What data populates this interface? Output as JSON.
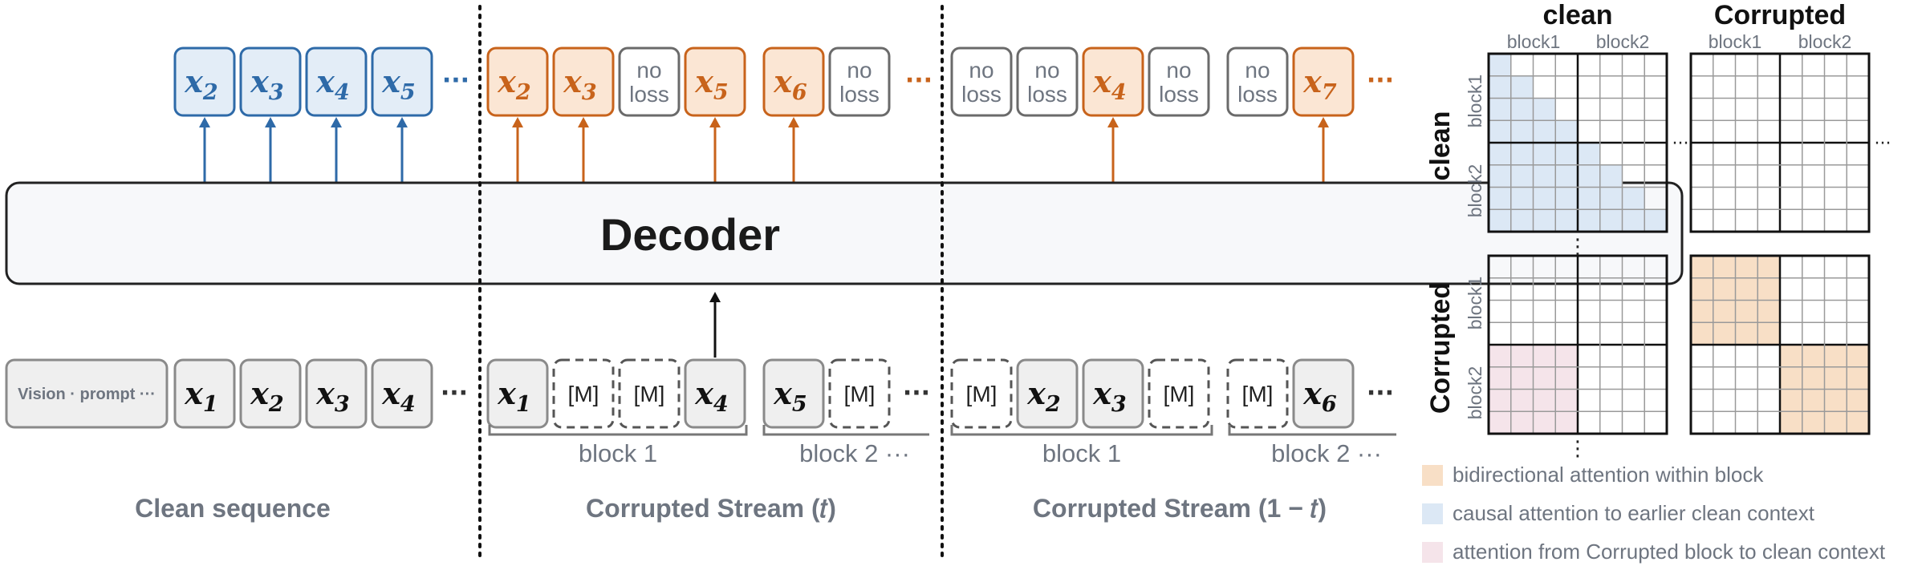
{
  "decoder_label": "Decoder",
  "ellipsis": "···",
  "vdots": "⋮",
  "colors": {
    "blue": "#2e6aa8",
    "blue_fill": "#e3edf7",
    "orange": "#c8631b",
    "orange_fill": "#fbe6d4",
    "gray": "#8a8a8a",
    "gray_fill": "#efefef",
    "text_dark": "#111111",
    "text_gray": "#6e7580",
    "bidir": "#f8dfc6",
    "causal": "#dce8f5",
    "cross": "#f5e4ea"
  },
  "top_tokens": {
    "clean": [
      {
        "base": "x",
        "sub": "2",
        "kind": "blue"
      },
      {
        "base": "x",
        "sub": "3",
        "kind": "blue"
      },
      {
        "base": "x",
        "sub": "4",
        "kind": "blue"
      },
      {
        "base": "x",
        "sub": "5",
        "kind": "blue"
      }
    ],
    "stream_t": [
      {
        "base": "x",
        "sub": "2",
        "kind": "orange"
      },
      {
        "base": "x",
        "sub": "3",
        "kind": "orange"
      },
      {
        "text": "no\nloss",
        "kind": "noloss"
      },
      {
        "base": "x",
        "sub": "5",
        "kind": "orange"
      },
      {
        "base": "x",
        "sub": "6",
        "kind": "orange"
      },
      {
        "text": "no\nloss",
        "kind": "noloss"
      }
    ],
    "stream_1t": [
      {
        "text": "no\nloss",
        "kind": "noloss"
      },
      {
        "text": "no\nloss",
        "kind": "noloss"
      },
      {
        "base": "x",
        "sub": "4",
        "kind": "orange"
      },
      {
        "text": "no\nloss",
        "kind": "noloss"
      },
      {
        "text": "no\nloss",
        "kind": "noloss"
      },
      {
        "base": "x",
        "sub": "7",
        "kind": "orange"
      }
    ]
  },
  "bottom_tokens": {
    "clean": [
      {
        "text": "Vision · prompt ···",
        "kind": "prompt"
      },
      {
        "base": "x",
        "sub": "1",
        "kind": "gray"
      },
      {
        "base": "x",
        "sub": "2",
        "kind": "gray"
      },
      {
        "base": "x",
        "sub": "3",
        "kind": "gray"
      },
      {
        "base": "x",
        "sub": "4",
        "kind": "gray"
      }
    ],
    "stream_t": [
      {
        "base": "x",
        "sub": "1",
        "kind": "gray"
      },
      {
        "text": "[M]",
        "kind": "mask"
      },
      {
        "text": "[M]",
        "kind": "mask"
      },
      {
        "base": "x",
        "sub": "4",
        "kind": "gray"
      },
      {
        "base": "x",
        "sub": "5",
        "kind": "gray"
      },
      {
        "text": "[M]",
        "kind": "mask"
      }
    ],
    "stream_1t": [
      {
        "text": "[M]",
        "kind": "mask"
      },
      {
        "base": "x",
        "sub": "2",
        "kind": "gray"
      },
      {
        "base": "x",
        "sub": "3",
        "kind": "gray"
      },
      {
        "text": "[M]",
        "kind": "mask"
      },
      {
        "text": "[M]",
        "kind": "mask"
      },
      {
        "base": "x",
        "sub": "6",
        "kind": "gray"
      }
    ]
  },
  "block_labels": {
    "t_block1": "block 1",
    "t_block2": "block 2 ···",
    "u_block1": "block 1",
    "u_block2": "block 2 ···"
  },
  "section_labels": {
    "clean": "Clean sequence",
    "stream_t": "Corrupted Stream (𝑡)",
    "stream_1t": "Corrupted Stream (1 − 𝑡)"
  },
  "matrix": {
    "col_header_clean": "clean",
    "col_header_corrupted": "Corrupted",
    "row_header_clean": "clean",
    "row_header_corrupted": "Corrupted",
    "block1": "block1",
    "block2": "block2",
    "cells_per_block": 4
  },
  "legend": [
    {
      "label": "bidirectional attention within block",
      "color_key": "bidir"
    },
    {
      "label": "causal attention to earlier clean context",
      "color_key": "causal"
    },
    {
      "label": "attention from Corrupted block to clean context",
      "color_key": "cross"
    }
  ]
}
